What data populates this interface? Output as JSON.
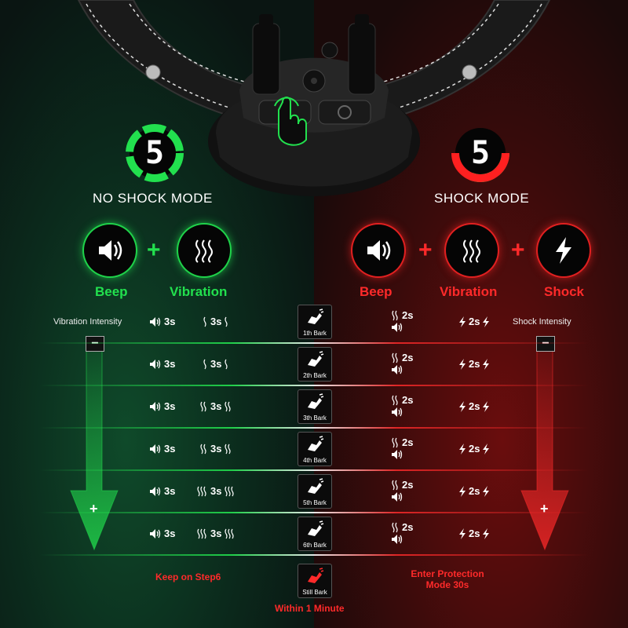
{
  "modes": {
    "no_shock": {
      "digit": "5",
      "label": "NO SHOCK MODE"
    },
    "shock": {
      "digit": "5",
      "label": "SHOCK MODE"
    }
  },
  "features_left": {
    "beep": "Beep",
    "vibration": "Vibration",
    "plus": "+"
  },
  "features_right": {
    "beep": "Beep",
    "vibration": "Vibration",
    "shock": "Shock",
    "plus": "+"
  },
  "side": {
    "left_title": "Vibration Intensity",
    "right_title": "Shock Intensity",
    "minus": "−",
    "plus": "+"
  },
  "rows": [
    {
      "beep": "3s",
      "vib": "3s",
      "bark": "1th Bark",
      "rvib": "2s",
      "shock": "2s"
    },
    {
      "beep": "3s",
      "vib": "3s",
      "bark": "2th Bark",
      "rvib": "2s",
      "shock": "2s"
    },
    {
      "beep": "3s",
      "vib": "3s",
      "bark": "3th Bark",
      "rvib": "2s",
      "shock": "2s"
    },
    {
      "beep": "3s",
      "vib": "3s",
      "bark": "4th Bark",
      "rvib": "2s",
      "shock": "2s"
    },
    {
      "beep": "3s",
      "vib": "3s",
      "bark": "5th Bark",
      "rvib": "2s",
      "shock": "2s"
    },
    {
      "beep": "3s",
      "vib": "3s",
      "bark": "6th Bark",
      "rvib": "2s",
      "shock": "2s"
    }
  ],
  "still": {
    "bark": "Still Bark",
    "left_note": "Keep on Step6",
    "right_note_1": "Enter Protection",
    "right_note_2": "Mode 30s",
    "bottom_note": "Within 1 Minute"
  },
  "colors": {
    "green": "#22e04e",
    "red": "#ff2a2a",
    "bg_left": "#0b2a1c",
    "bg_right": "#3a0b0b"
  }
}
